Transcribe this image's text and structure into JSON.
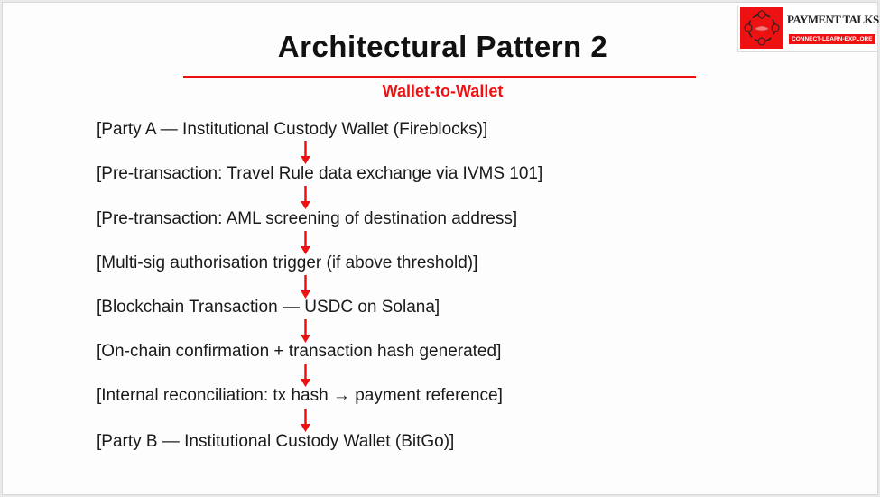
{
  "slide": {
    "title": "Architectural Pattern 2",
    "subtitle": "Wallet-to-Wallet",
    "accent_color": "#ee1111",
    "steps": [
      "[Party A — Institutional Custody Wallet (Fireblocks)]",
      "[Pre-transaction: Travel Rule data exchange via IVMS 101]",
      "[Pre-transaction: AML screening of destination address]",
      "[Multi-sig authorisation trigger (if above threshold)]",
      "[Blockchain Transaction — USDC on Solana]",
      "[On-chain confirmation + transaction hash generated]",
      "[Internal reconciliation: tx hash → payment reference]",
      "[Party B — Institutional Custody Wallet (BitGo)]"
    ]
  },
  "logo": {
    "name": "PAYMENT TALKS",
    "tagline": "CONNECT-LEARN-EXPLORE"
  }
}
